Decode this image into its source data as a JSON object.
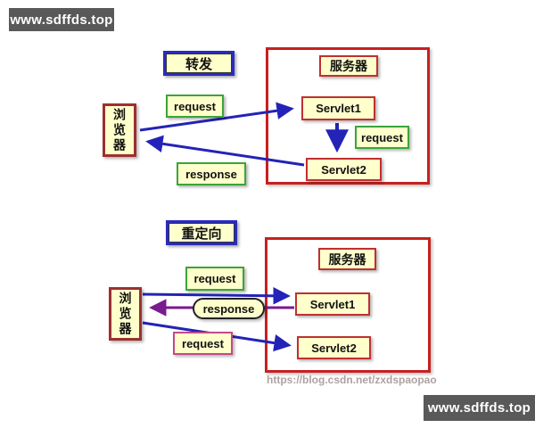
{
  "banners": {
    "top_left": "www.sdffds.top",
    "bottom_right": "www.sdffds.top"
  },
  "watermark": {
    "url": "https://blog.csdn.net/zxdspaopao"
  },
  "forward": {
    "title": "转发",
    "browser_label": "浏览器",
    "server_label": "服务器",
    "servlet1_label": "Servlet1",
    "servlet2_label": "Servlet2",
    "request_label": "request",
    "internal_request_label": "request",
    "response_label": "response"
  },
  "redirect": {
    "title": "重定向",
    "browser_label": "浏览器",
    "server_label": "服务器",
    "servlet1_label": "Servlet1",
    "servlet2_label": "Servlet2",
    "request1_label": "request",
    "response_label": "response",
    "request2_label": "request"
  },
  "colors": {
    "arrow_blue": "#2323b8",
    "arrow_purple": "#7a1b8f",
    "box_fill": "#ffffcc",
    "border_red": "#c82020",
    "border_dark_red": "#9c3030",
    "border_blue": "#2a2ac0",
    "border_green": "#3aa53a",
    "border_magenta": "#c24a8a",
    "banner_bg": "#595959"
  }
}
